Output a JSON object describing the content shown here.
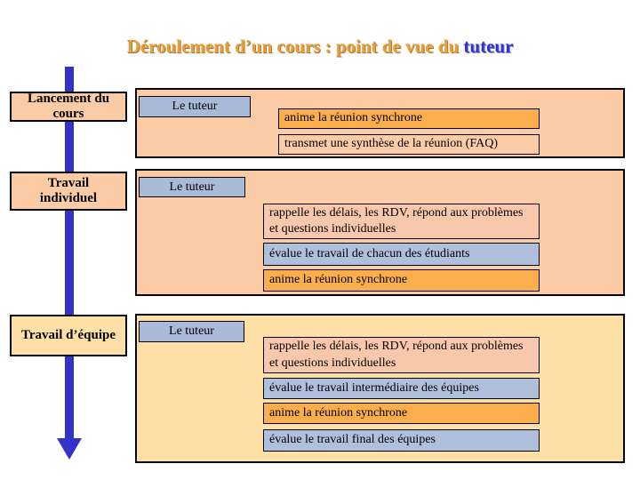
{
  "slide": {
    "title": {
      "main": "Déroulement d’un cours : point de vue du",
      "highlight": "tuteur"
    }
  },
  "phases": [
    {
      "label": "Lancement du cours",
      "actor": "Le tuteur",
      "actions": [
        {
          "label": "anime la réunion synchrone",
          "style": "orange"
        },
        {
          "label": "transmet une synthèse de la réunion (FAQ)",
          "style": "peach"
        }
      ]
    },
    {
      "label": "Travail individuel",
      "actor": "Le tuteur",
      "actions": [
        {
          "label": "rappelle les délais, les RDV, répond aux problèmes et questions individuelles",
          "style": "salmon"
        },
        {
          "label": "évalue le travail de chacun des étudiants",
          "style": "blue"
        },
        {
          "label": "anime la réunion synchrone",
          "style": "orange"
        }
      ]
    },
    {
      "label": "Travail d’équipe",
      "actor": "Le tuteur",
      "actions": [
        {
          "label": "rappelle les délais, les RDV, répond aux problèmes et questions individuelles",
          "style": "salmon"
        },
        {
          "label": "évalue le travail intermédiaire des équipes",
          "style": "blue"
        },
        {
          "label": "anime la réunion synchrone",
          "style": "orange"
        },
        {
          "label": "évalue le travail final des équipes",
          "style": "blue"
        }
      ]
    }
  ],
  "colors": {
    "panel_peach": "#fbcba6",
    "panel_cream": "#fee0a6",
    "action_orange": "#fbae4e",
    "action_salmon": "#f9c8ac",
    "action_blue": "#afbfdc",
    "actor_box_blue": "#a9b9d8",
    "arrow_blue": "#3333cc",
    "title_orange": "#e49f3e",
    "title_blue": "#3333cc"
  }
}
